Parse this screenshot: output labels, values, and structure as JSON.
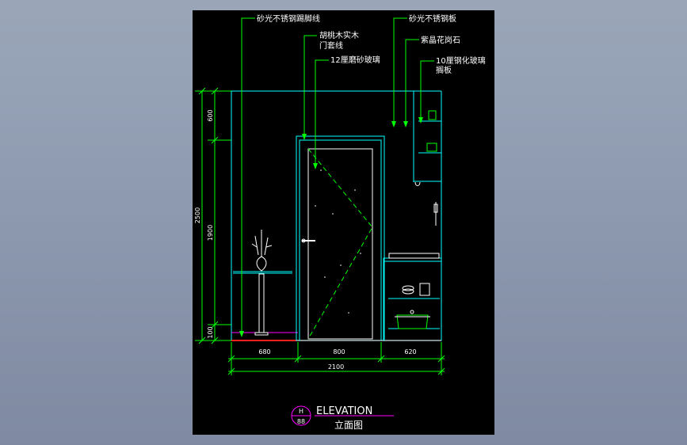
{
  "viewport": {
    "background": "#8e9ab0",
    "sheet_color": "#000000"
  },
  "callouts": {
    "skirting": "砂光不锈钢踢脚线",
    "walnut_frame_1": "胡桃木实木",
    "walnut_frame_2": "门套线",
    "frosted_glass": "12厘磨砂玻璃",
    "steel_panel": "砂光不锈钢板",
    "granite": "紫晶花岗石",
    "tempered_glass_1": "10厘钢化玻璃",
    "tempered_glass_2": "搁板"
  },
  "dimensions": {
    "vertical_total": "2500",
    "vertical_top": "600",
    "vertical_mid": "1900",
    "vertical_bottom": "100",
    "horizontal_left": "680",
    "horizontal_center": "800",
    "horizontal_right": "620",
    "horizontal_total": "2100"
  },
  "title_block": {
    "symbol_top": "H",
    "symbol_bottom": "88",
    "title_en": "ELEVATION",
    "title_cn": "立面图"
  },
  "colors": {
    "leader_green": "#00ff00",
    "cyan": "#00ffff",
    "white": "#ffffff",
    "magenta": "#ff00ff",
    "red": "#ff2020"
  }
}
